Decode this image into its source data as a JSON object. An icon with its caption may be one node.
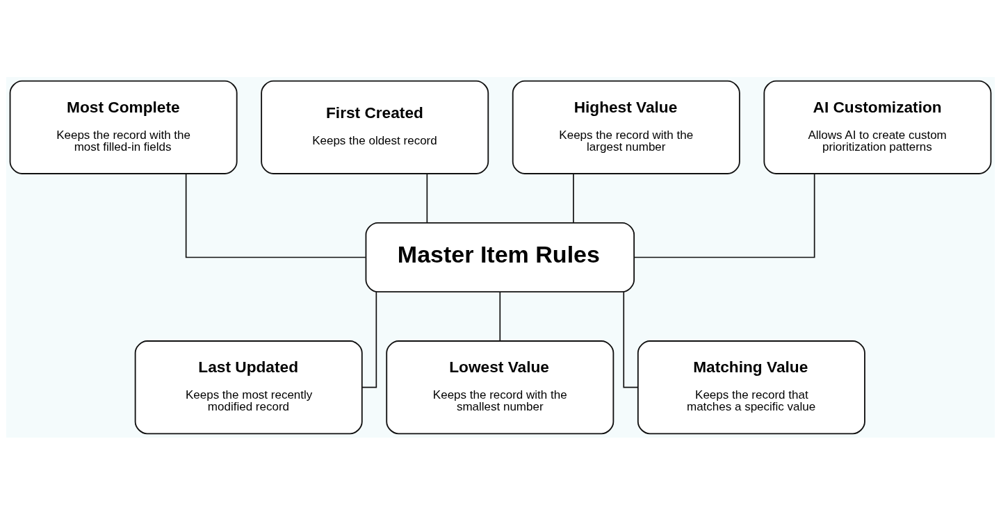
{
  "diagram": {
    "nodes": [
      {
        "text": [
          "Most Complete",
          "Keeps the record with the most filled-in fields"
        ]
      },
      {
        "text": [
          "First Created",
          "Keeps the oldest record"
        ]
      },
      {
        "text": [
          "Highest Value",
          "Keeps the record with the largest number"
        ]
      },
      {
        "text": [
          "AI Customization",
          "Allows AI to create custom prioritization patterns"
        ]
      },
      {
        "text": [
          "Master Item Rules"
        ]
      },
      {
        "text": [
          "Last Updated",
          "Keeps the most recently modified record"
        ]
      },
      {
        "text": [
          "Lowest Value",
          "Keeps the record with the smallest number"
        ]
      },
      {
        "text": [
          "Matching Value",
          "Keeps the record that matches a specific value"
        ]
      }
    ],
    "edges": [
      {
        "from": 0,
        "to": 4,
        "arrow": "none"
      },
      {
        "from": 1,
        "to": 4,
        "arrow": "none"
      },
      {
        "from": 2,
        "to": 4,
        "arrow": "none"
      },
      {
        "from": 3,
        "to": 4,
        "arrow": "none"
      },
      {
        "from": 4,
        "to": 5,
        "arrow": "none"
      },
      {
        "from": 4,
        "to": 6,
        "arrow": "none"
      },
      {
        "from": 4,
        "to": 7,
        "arrow": "none"
      }
    ]
  }
}
